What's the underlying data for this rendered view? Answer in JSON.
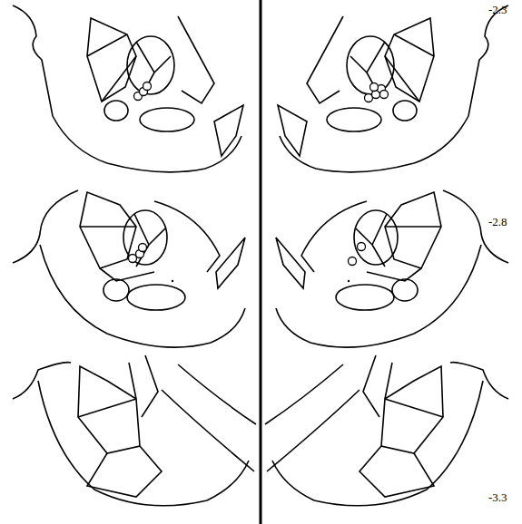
{
  "diagram": {
    "labels": [
      "-2.3",
      "-2.8",
      "-3.3"
    ]
  }
}
